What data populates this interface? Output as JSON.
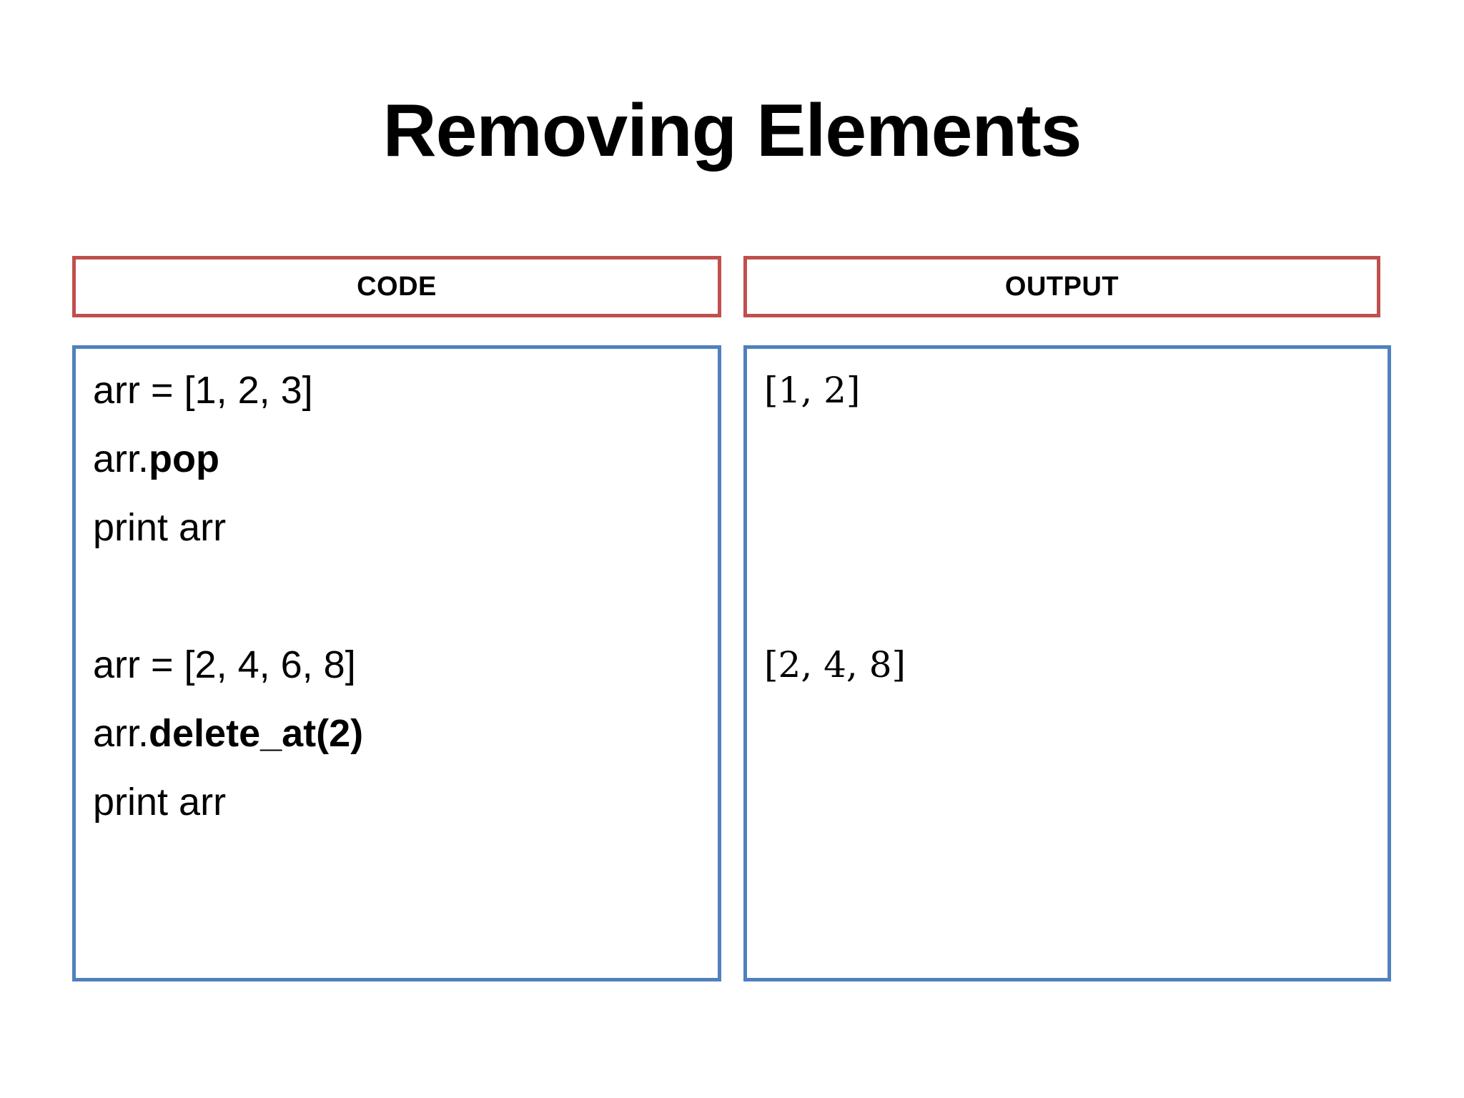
{
  "slide": {
    "title": "Removing Elements"
  },
  "headers": {
    "code_label": "CODE",
    "output_label": "OUTPUT"
  },
  "colors": {
    "header_border": "#C0504D",
    "panel_border": "#4F81BD",
    "text": "#000000",
    "background": "#FFFFFF"
  },
  "code_panel": {
    "lines": [
      {
        "plain": "arr = [1, 2, 3]",
        "bold": ""
      },
      {
        "plain": "arr.",
        "bold": "pop"
      },
      {
        "plain": "print arr",
        "bold": ""
      },
      {
        "plain": "",
        "bold": ""
      },
      {
        "plain": "arr = [2, 4, 6, 8]",
        "bold": ""
      },
      {
        "plain": "arr.",
        "bold": "delete_at(2)"
      },
      {
        "plain": "print arr",
        "bold": ""
      }
    ]
  },
  "output_panel": {
    "lines": [
      "[1, 2]",
      "",
      "",
      "",
      "[2, 4, 8]"
    ]
  }
}
